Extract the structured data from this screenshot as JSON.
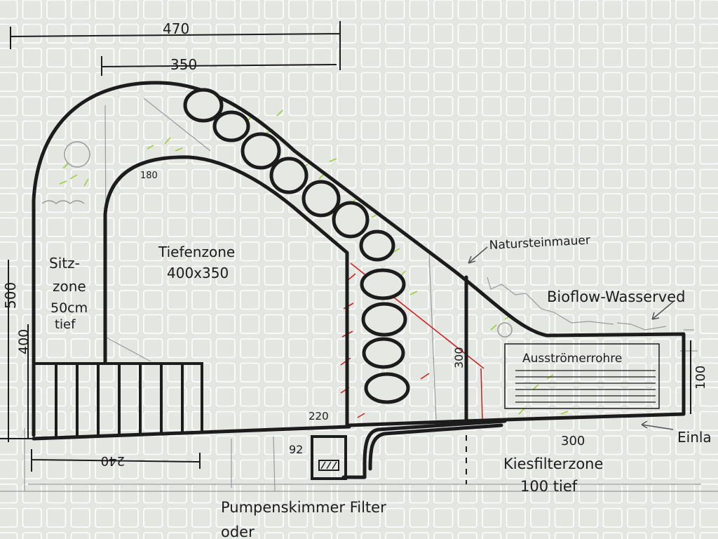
{
  "dimensions": {
    "width_total": "470",
    "width_inner": "350",
    "height_total": "500",
    "height_inner": "400",
    "arch_width": "180",
    "steps_width": "240",
    "pipe_gap": "220",
    "skimmer_depth": "92",
    "filter_height": "300",
    "filter_length": "300",
    "filter_right": "100"
  },
  "labels": {
    "sitzzone": [
      "Sitz-",
      "zone",
      "50cm",
      "tief"
    ],
    "tiefenzone": [
      "Tiefenzone",
      "400x350"
    ],
    "natursteinmauer": "Natursteinmauer",
    "bioflow": "Bioflow-Wasserved",
    "ausstroemer": "Ausströmerrohre",
    "kiesfilter": [
      "Kiesfilterzone",
      "100 tief"
    ],
    "einlauf": "Einla",
    "pumpe": "Pumpenskimmer Filter",
    "oder": "oder"
  },
  "colors": {
    "paper": "#e4e6e2",
    "grid": "#ffffff",
    "ink": "#1c1c1c",
    "pencil": "#9a9a9a",
    "red": "#d42020",
    "green": "#9ccf3c"
  }
}
